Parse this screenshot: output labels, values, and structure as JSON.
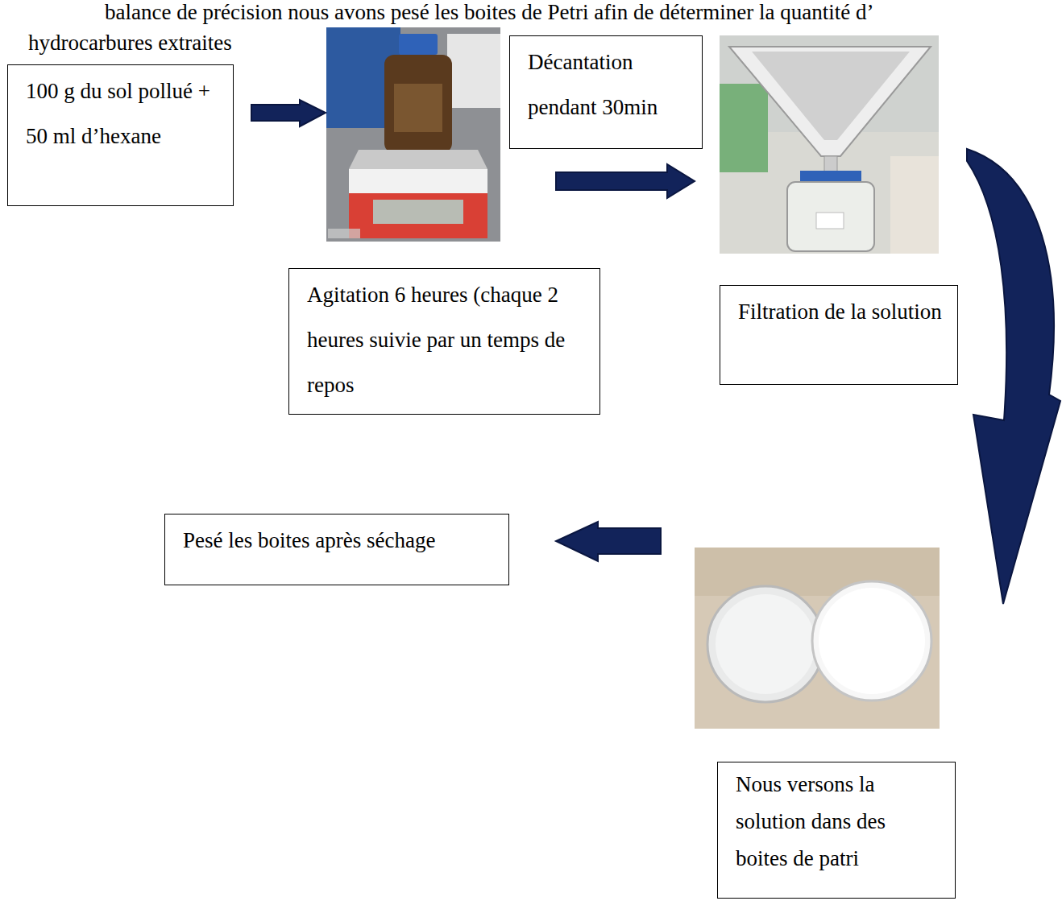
{
  "diagram": {
    "nodes": [
      {
        "text": [
          "100 g du sol pollué + 50 ml d’hexane"
        ]
      },
      {
        "text": [
          "Décantation pendant 30min"
        ]
      },
      {
        "text": [
          "Agitation 6 heures (chaque 2 heures suivie par un temps de repos"
        ]
      },
      {
        "text": [
          "Filtration de la solution"
        ]
      },
      {
        "text": [
          "Pesé les boites après séchage"
        ]
      },
      {
        "text": [
          "Nous versons la solution dans des boites de patri"
        ]
      }
    ],
    "labels": [
      "balance de précision nous avons pesé les boites de Petri afin de déterminer la quantité d’",
      "hydrocarbures extraites"
    ]
  }
}
